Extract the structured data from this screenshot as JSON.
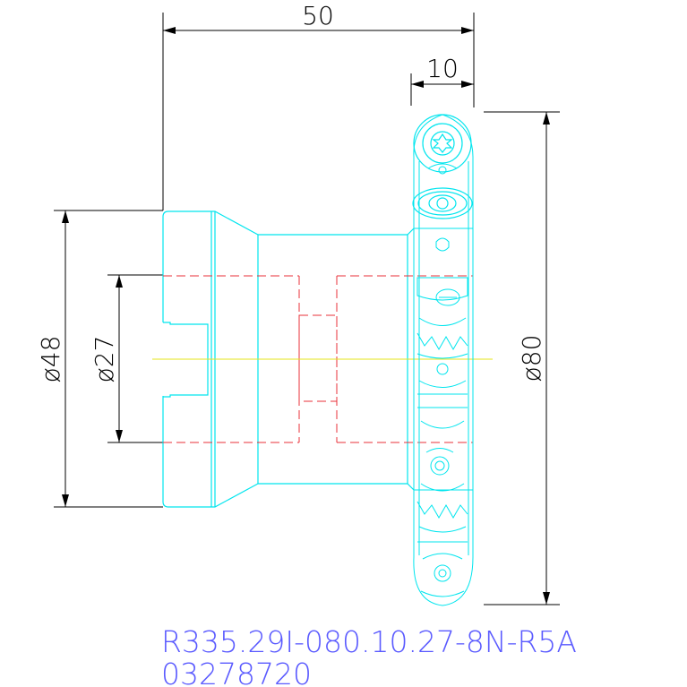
{
  "dimensions": {
    "overall_length": "50",
    "flange_width": "10",
    "bore_diameter": "ø27",
    "hub_diameter": "ø48",
    "cutter_diameter": "ø80"
  },
  "caption": {
    "designation": "R335.29I-080.10.27-8N-R5A",
    "code": "03278720"
  },
  "colors": {
    "outline": "#00e5ee",
    "hidden": "#e8303a",
    "centerline": "#e6e619",
    "dimension": "#000000",
    "caption": "#5a5aff"
  }
}
